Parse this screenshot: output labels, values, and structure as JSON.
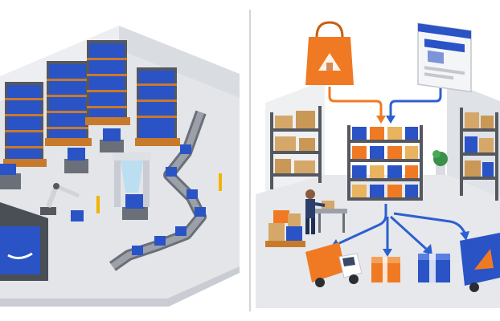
{
  "illustration": {
    "left_scene": "automated-robotic-warehouse",
    "right_scene": "ecommerce-fulfillment-warehouse"
  },
  "colors": {
    "floor": "#e3e5e8",
    "wall": "#f1f2f4",
    "brand_blue": "#2a53c6",
    "rack_gray": "#55585f",
    "shelf_wood": "#c87a2c",
    "box_kraft": "#d5a86a",
    "accent_orange": "#f07a24",
    "conveyor": "#6a6f78",
    "arrow_orange": "#f07a24",
    "arrow_blue": "#2d5fd0"
  },
  "icons": {
    "bag": "shopping-bag-icon",
    "browser": "online-store-window-icon",
    "truck_orange": "orange-delivery-truck",
    "truck_blue": "blue-delivery-truck",
    "plant": "potted-plant"
  }
}
